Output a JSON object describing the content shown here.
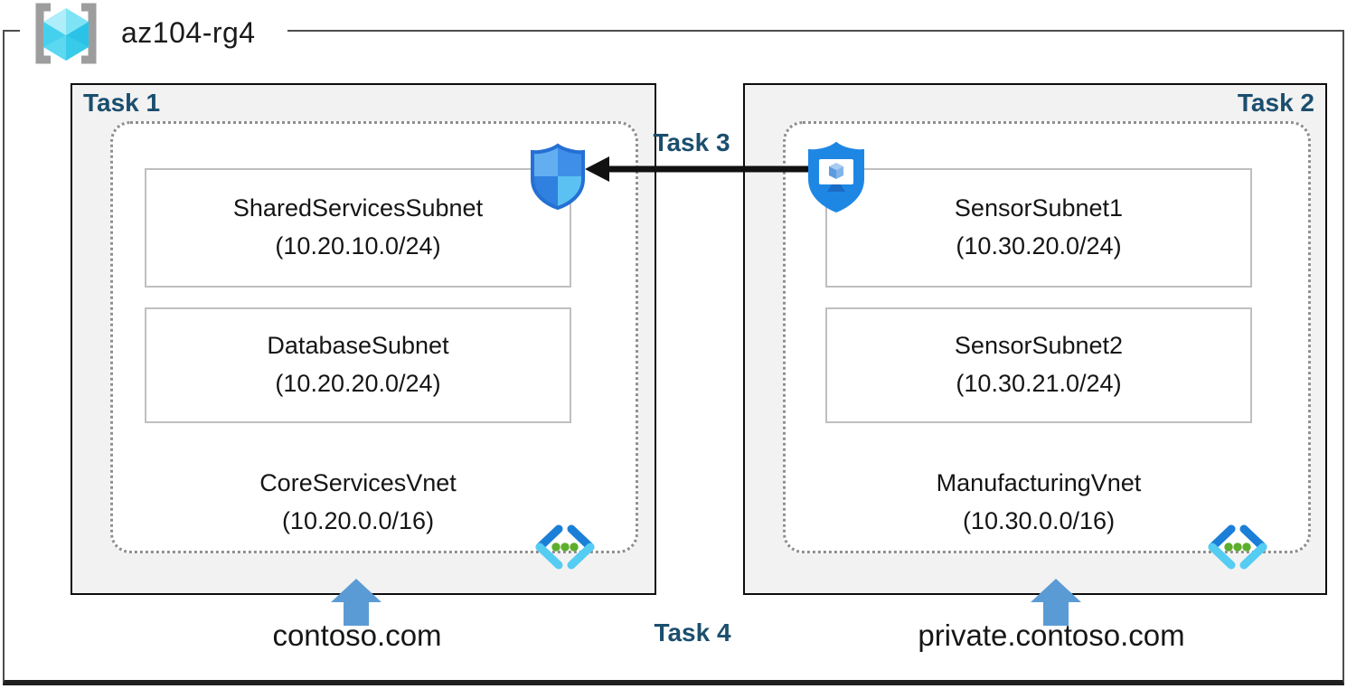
{
  "resource_group": {
    "name": "az104-rg4"
  },
  "tasks": {
    "task1": "Task 1",
    "task2": "Task 2",
    "task3": "Task 3",
    "task4": "Task 4"
  },
  "left_vnet": {
    "name": "CoreServicesVnet",
    "cidr": "(10.20.0.0/16)",
    "domain": "contoso.com",
    "subnets": [
      {
        "name": "SharedServicesSubnet",
        "cidr": "(10.20.10.0/24)"
      },
      {
        "name": "DatabaseSubnet",
        "cidr": "(10.20.20.0/24)"
      }
    ]
  },
  "right_vnet": {
    "name": "ManufacturingVnet",
    "cidr": "(10.30.0.0/16)",
    "domain": "private.contoso.com",
    "subnets": [
      {
        "name": "SensorSubnet1",
        "cidr": "(10.30.20.0/24)"
      },
      {
        "name": "SensorSubnet2",
        "cidr": "(10.30.21.0/24)"
      }
    ]
  },
  "icons": {
    "resource_group": "resource-group-icon",
    "nsg": "network-security-group-shield-icon",
    "asg": "application-security-group-shield-icon",
    "vnet": "virtual-network-icon"
  },
  "colors": {
    "task_label": "#1b4e6e",
    "box_fill": "#f2f2f2",
    "box_border": "#0d0d0d",
    "subnet_border": "#bfbfbf",
    "dashed_border": "#8f8f8f",
    "up_arrow_blue": "#5b9bd5",
    "task3_arrow": "#111111",
    "vnet_chevron_dark": "#1b7fd8",
    "vnet_chevron_light": "#55ccf2",
    "vnet_dots_green": "#5cae2c",
    "shield_fill": "#1e87e4",
    "rg_cube_cyan": "#45d1ee",
    "rg_bracket_gray": "#9d9d9d"
  }
}
